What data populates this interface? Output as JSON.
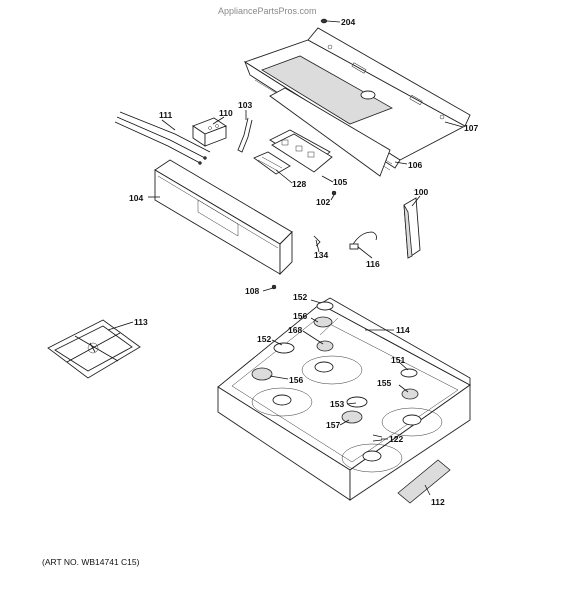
{
  "watermark": "AppliancePartsPros.com",
  "art_number": "(ART NO. WB14741 C15)",
  "labels": {
    "p204": "204",
    "p107": "107",
    "p106": "106",
    "p111": "111",
    "p110": "110",
    "p103": "103",
    "p128": "128",
    "p105": "105",
    "p102": "102",
    "p100": "100",
    "p104": "104",
    "p134": "134",
    "p116": "116",
    "p108": "108",
    "p113": "113",
    "p152a": "152",
    "p156a": "156",
    "p114": "114",
    "p168": "168",
    "p152b": "152",
    "p156b": "156",
    "p151": "151",
    "p155": "155",
    "p153": "153",
    "p157": "157",
    "p122": "122",
    "p112": "112"
  }
}
